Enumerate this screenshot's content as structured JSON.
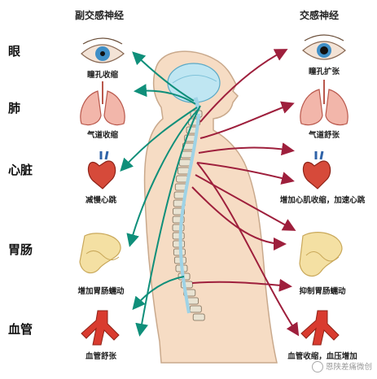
{
  "headers": {
    "left": "副交感神经",
    "right": "交感神经"
  },
  "rows": [
    {
      "label": "眼"
    },
    {
      "label": "肺"
    },
    {
      "label": "心脏"
    },
    {
      "label": "胃肠"
    },
    {
      "label": "血管"
    }
  ],
  "captions": {
    "parasympathetic": [
      "瞳孔收缩",
      "气道收缩",
      "减慢心跳",
      "增加胃肠蠕动",
      "血管舒张"
    ],
    "sympathetic": [
      "瞳孔扩张",
      "气道舒张",
      "增加心肌收缩，加速心跳",
      "抑制胃肠蠕动",
      "血管收缩，血压增加"
    ]
  },
  "watermark": "恩陕差痛微创",
  "colors": {
    "parasympathetic": "#0f8f7a",
    "sympathetic": "#9e1f3c",
    "body": "#f6dcc4",
    "spine": "#e9e3d2",
    "cord": "#9fd3e6"
  }
}
